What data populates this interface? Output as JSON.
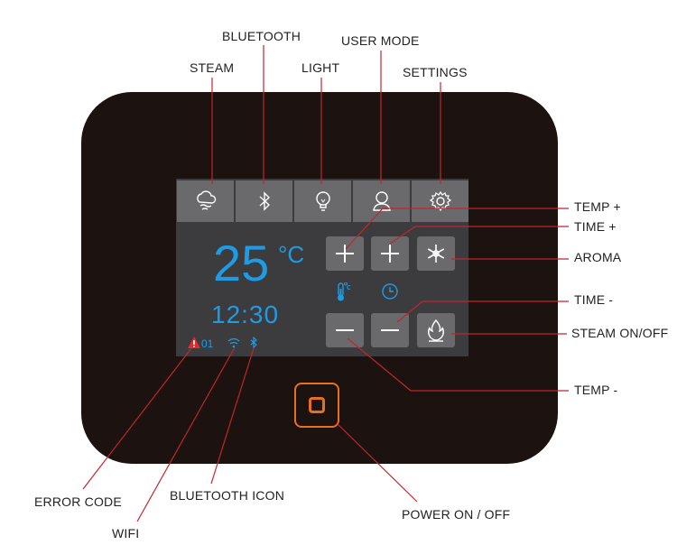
{
  "colors": {
    "leader_line": "#c0262c",
    "device_body": "#1c1210",
    "screen": "#3c3c3e",
    "display_blue": "#1e9be5",
    "power_orange": "#e8701c"
  },
  "labels": {
    "steam": "STEAM",
    "bluetooth": "BLUETOOTH",
    "light": "LIGHT",
    "user_mode": "USER MODE",
    "settings": "SETTINGS",
    "temp_plus": "TEMP +",
    "time_plus": "TIME +",
    "aroma": "AROMA",
    "time_minus": "TIME -",
    "steam_onoff": "STEAM ON/OFF",
    "temp_minus": "TEMP -",
    "error_code": "ERROR CODE",
    "wifi": "WIFI",
    "bluetooth_icon": "BLUETOOTH ICON",
    "power": "POWER ON / OFF"
  },
  "display": {
    "temperature": "25",
    "unit": "°C",
    "time": "12:30",
    "error_code": "01"
  },
  "icons": {
    "top_bar": [
      "steam-icon",
      "bluetooth-icon",
      "light-bulb-icon",
      "user-icon",
      "gear-icon"
    ],
    "controls": [
      "plus-icon",
      "plus-icon",
      "aroma-snowflake-icon",
      "minus-icon",
      "minus-icon",
      "flame-icon"
    ],
    "status": [
      "warning-triangle-icon",
      "wifi-icon",
      "bluetooth-small-icon"
    ],
    "indicators": [
      "thermometer-icon",
      "clock-icon"
    ]
  }
}
